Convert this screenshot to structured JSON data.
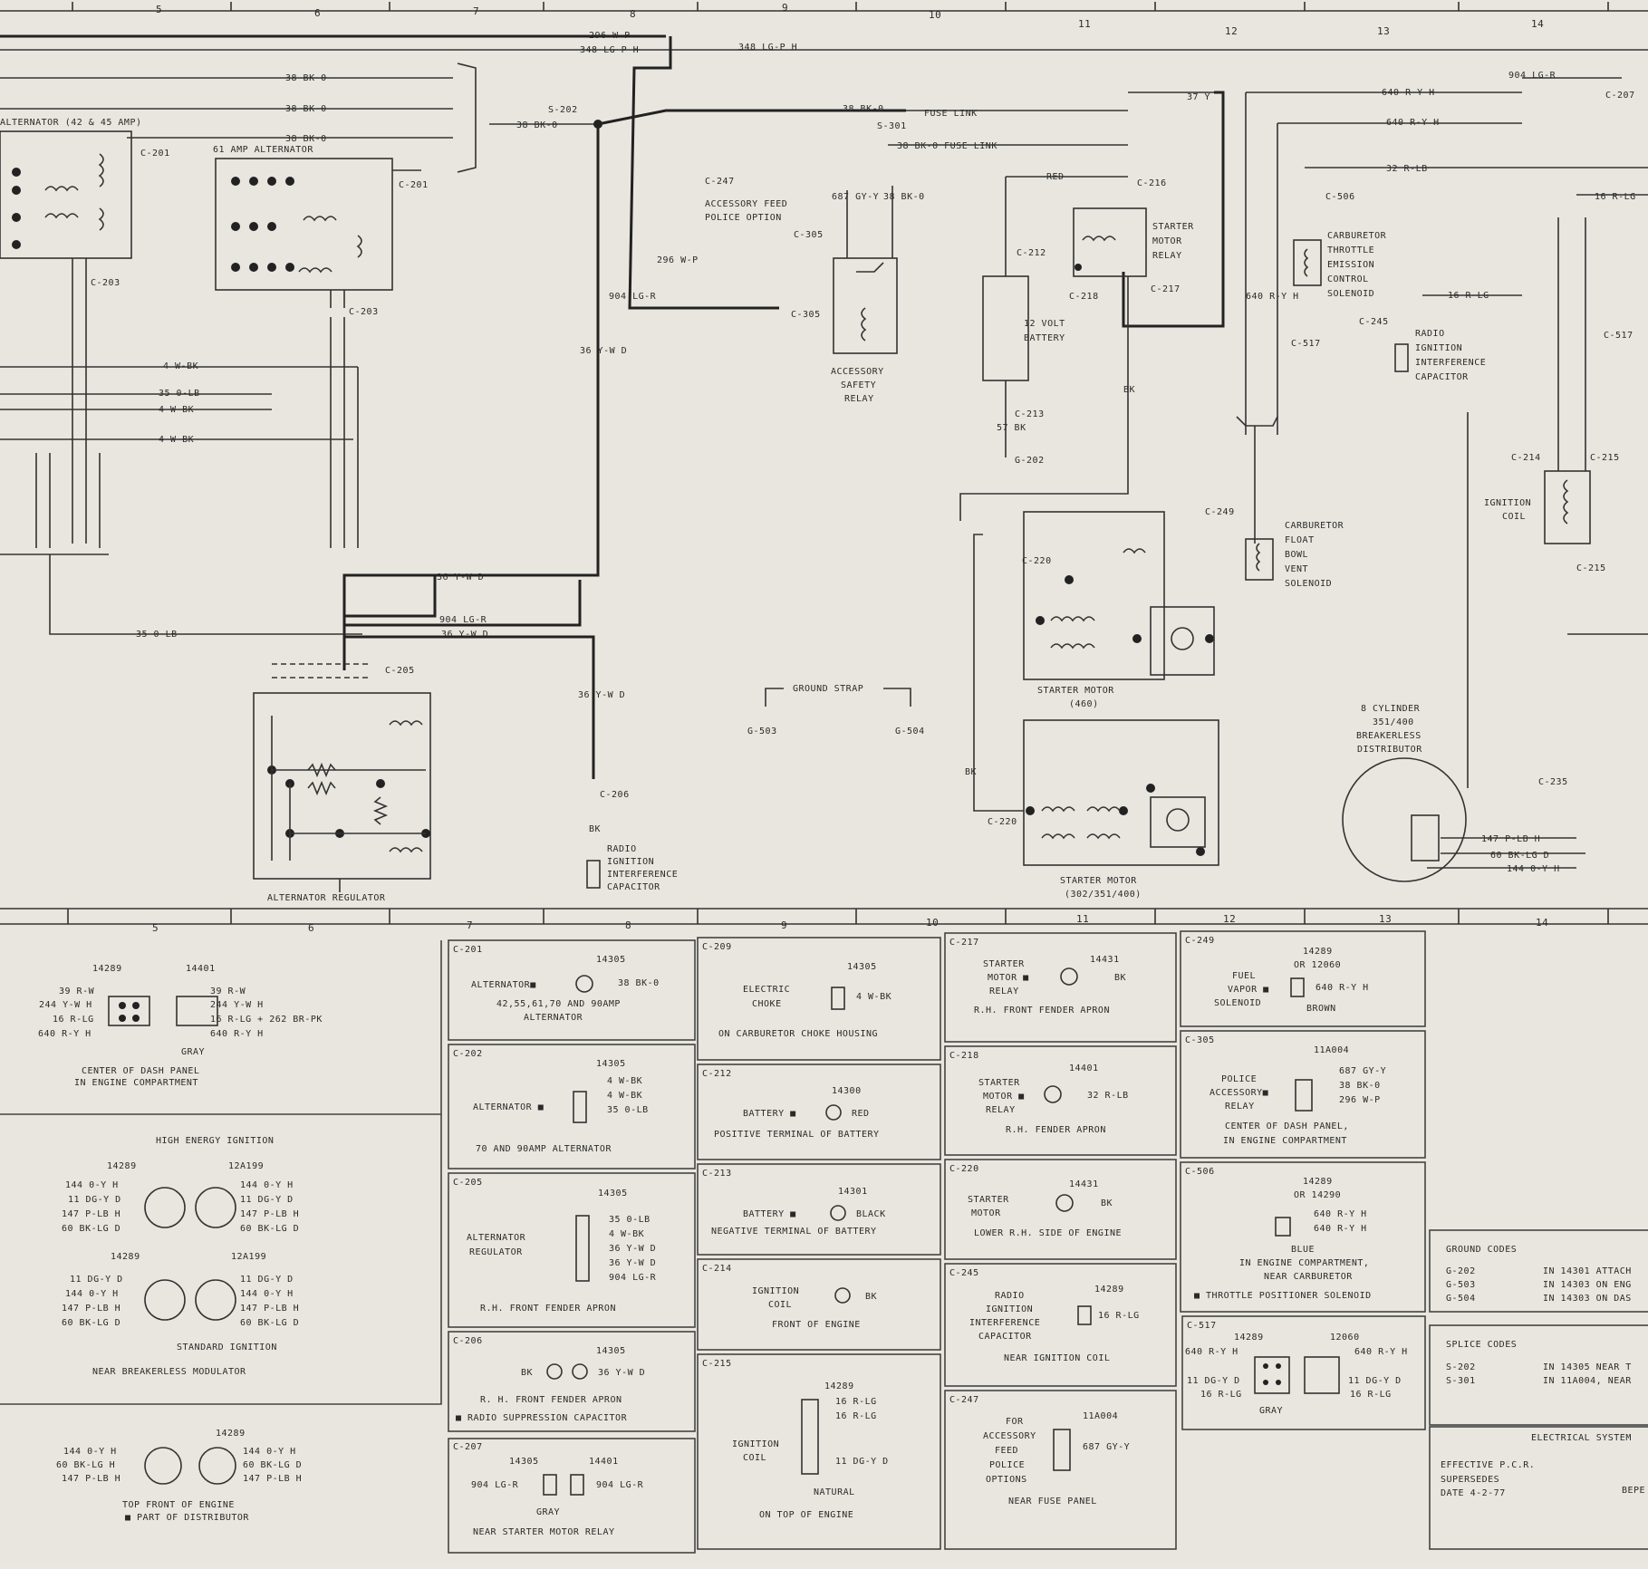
{
  "grid": {
    "top": [
      "5",
      "6",
      "7",
      "8",
      "9",
      "10",
      "11",
      "12",
      "13",
      "14"
    ],
    "bottom": [
      "5",
      "6",
      "7",
      "8",
      "9",
      "10",
      "11",
      "12",
      "13",
      "14"
    ]
  },
  "wires": {
    "w296": "296 W-P",
    "w348a": "348 LG-P H",
    "w348b": "348 LG-P H",
    "w38a": "38 BK-0",
    "w38b": "38 BK-0",
    "w38c": "38 BK-0",
    "w38d": "38 BK-0",
    "w38e": "38 BK-0",
    "fuse1": "FUSE LINK",
    "w38fl": "38 BK-0 FUSE LINK",
    "w37": "37 Y",
    "w640a": "640 R-Y H",
    "w640b": "640 R-Y H",
    "w904top": "904 LG-R",
    "w32": "32 R-LB",
    "w16top": "16 R-LG",
    "red": "RED",
    "w4a": "4 W-BK",
    "w35a": "35 0-LB",
    "w4b": "4 W-BK",
    "w4c": "4 W-BK",
    "w36a": "36 Y-W D",
    "w904b": "904 LG-R",
    "w36b": "36 Y-W D",
    "w35b": "35 0-LB",
    "w36v": "36 Y-W D",
    "w904v": "904 LG-R",
    "w296v": "296 W-P",
    "w36v2": "36 Y-W D",
    "w687": "687 GY-Y",
    "w38v": "38 BK-0",
    "w57": "57 BK",
    "bk": "BK",
    "w640v": "640 R-Y H",
    "w16v": "16 R-LG",
    "w147": "147 P-LB H",
    "w60": "60 BK-LG D",
    "w144": "144 0-Y H",
    "w16b": "16 R-LG"
  },
  "connectors": {
    "c201a": "C-201",
    "c201b": "C-201",
    "c203a": "C-203",
    "c203b": "C-203",
    "c205": "C-205",
    "s202": "S-202",
    "s301": "S-301",
    "c247": "C-247",
    "c305a": "C-305",
    "c305b": "C-305",
    "c206": "C-206",
    "c212": "C-212",
    "c213": "C-213",
    "g202": "G-202",
    "c216": "C-216",
    "c217": "C-217",
    "c218": "C-218",
    "c220a": "C-220",
    "c220b": "C-220",
    "c506": "C-506",
    "c517a": "C-517",
    "c517b": "C-517",
    "c249": "C-249",
    "c245": "C-245",
    "c214": "C-214",
    "c215a": "C-215",
    "c215b": "C-215",
    "c235": "C-235",
    "c207": "C-207",
    "g503": "G-503",
    "g504": "G-504"
  },
  "components": {
    "alt4245": "ALTERNATOR (42 & 45 AMP)",
    "alt61": "61 AMP ALTERNATOR",
    "altreg": "ALTERNATOR REGULATOR",
    "accfeed": [
      "ACCESSORY FEED",
      "POLICE OPTION"
    ],
    "accrelay": [
      "ACCESSORY",
      "SAFETY",
      "RELAY"
    ],
    "radiocap1": [
      "RADIO",
      "IGNITION",
      "INTERFERENCE",
      "CAPACITOR"
    ],
    "ground": "GROUND STRAP",
    "battery": [
      "12 VOLT",
      "BATTERY"
    ],
    "startrelay": [
      "STARTER",
      "MOTOR",
      "RELAY"
    ],
    "sm460": [
      "STARTER MOTOR",
      "(460)"
    ],
    "sm302": [
      "STARTER MOTOR",
      "(302/351/400)"
    ],
    "carbsol": [
      "CARBURETOR",
      "THROTTLE",
      "EMISSION",
      "CONTROL",
      "SOLENOID"
    ],
    "floatsol": [
      "CARBURETOR",
      "FLOAT",
      "BOWL",
      "VENT",
      "SOLENOID"
    ],
    "radiocap2": [
      "RADIO",
      "IGNITION",
      "INTERFERENCE",
      "CAPACITOR"
    ],
    "igncoil": [
      "IGNITION",
      "COIL"
    ],
    "distrib": [
      "8 CYLINDER",
      "351/400",
      "BREAKERLESS",
      "DISTRIBUTOR"
    ]
  },
  "legend": {
    "left1": {
      "p1": "14289",
      "p2": "14401",
      "l1": "39 R-W",
      "l2": "244 Y-W H",
      "l3": "16 R-LG",
      "l4": "640 R-Y H",
      "r1": "39 R-W",
      "r2": "244 Y-W H",
      "r3": "16 R-LG + 262 BR-PK",
      "r4": "640 R-Y H",
      "gray": "GRAY",
      "loc": [
        "CENTER OF DASH PANEL",
        "IN ENGINE COMPARTMENT"
      ]
    },
    "left2": {
      "hei": "HIGH ENERGY IGNITION",
      "p1": "14289",
      "p2": "12A199",
      "a": [
        "144 0-Y H",
        "11 DG-Y D",
        "147 P-LB H",
        "60 BK-LG D"
      ],
      "b": [
        "144 0-Y H",
        "11 DG-Y D",
        "147 P-LB H",
        "60 BK-LG D"
      ],
      "p3": "14289",
      "p4": "12A199",
      "c": [
        "11 DG-Y D",
        "144 0-Y H",
        "147 P-LB H",
        "60 BK-LG D"
      ],
      "d": [
        "11 DG-Y D",
        "144 0-Y H",
        "147 P-LB H",
        "60 BK-LG D"
      ],
      "std": "STANDARD IGNITION",
      "loc": "NEAR BREAKERLESS MODULATOR"
    },
    "left3": {
      "p1": "14289",
      "a": [
        "144 0-Y H",
        "60 BK-LG H",
        "147 P-LB H"
      ],
      "b": [
        "144 0-Y H",
        "60 BK-LG D",
        "147 P-LB H"
      ],
      "loc": [
        "TOP FRONT OF ENGINE",
        "■ PART OF DISTRIBUTOR"
      ]
    },
    "c201": {
      "id": "C-201",
      "part": "14305",
      "name": "ALTERNATOR■",
      "wire": "38 BK-0",
      "note": [
        "42,55,61,70 AND 90AMP",
        "ALTERNATOR"
      ]
    },
    "c202": {
      "id": "C-202",
      "part": "14305",
      "name": "ALTERNATOR ■",
      "wires": [
        "4 W-BK",
        "4 W-BK",
        "35 0-LB"
      ],
      "note": "70 AND 90AMP ALTERNATOR"
    },
    "c205": {
      "id": "C-205",
      "part": "14305",
      "name": [
        "ALTERNATOR",
        "REGULATOR"
      ],
      "wires": [
        "35 0-LB",
        "4 W-BK",
        "36 Y-W D",
        "36 Y-W D",
        "904 LG-R"
      ],
      "loc": "R.H. FRONT FENDER APRON"
    },
    "c206": {
      "id": "C-206",
      "part": "14305",
      "left": "BK",
      "wire": "36 Y-W D",
      "loc": "R. H. FRONT FENDER APRON",
      "note": "■ RADIO SUPPRESSION CAPACITOR"
    },
    "c207": {
      "id": "C-207",
      "p1": "14305",
      "p2": "14401",
      "l": "904 LG-R",
      "r": "904 LG-R",
      "gray": "GRAY",
      "loc": "NEAR STARTER MOTOR RELAY"
    },
    "c209": {
      "id": "C-209",
      "part": "14305",
      "name": [
        "ELECTRIC",
        "CHOKE"
      ],
      "wire": "4 W-BK",
      "loc": "ON CARBURETOR CHOKE HOUSING"
    },
    "c212": {
      "id": "C-212",
      "part": "14300",
      "name": "BATTERY ■",
      "wire": "RED",
      "loc": "POSITIVE TERMINAL OF BATTERY"
    },
    "c213": {
      "id": "C-213",
      "part": "14301",
      "name": "BATTERY ■",
      "wire": "BLACK",
      "loc": "NEGATIVE TERMINAL OF BATTERY"
    },
    "c214": {
      "id": "C-214",
      "name": [
        "IGNITION",
        "COIL"
      ],
      "wire": "BK",
      "loc": "FRONT OF ENGINE"
    },
    "c215": {
      "id": "C-215",
      "part": "14289",
      "name": [
        "IGNITION",
        "COIL"
      ],
      "wires": [
        "16 R-LG",
        "16 R-LG",
        "11 DG-Y D"
      ],
      "natural": "NATURAL",
      "loc": "ON TOP OF ENGINE"
    },
    "c217": {
      "id": "C-217",
      "part": "14431",
      "name": [
        "STARTER",
        "MOTOR ■",
        "RELAY"
      ],
      "wire": "BK",
      "loc": "R.H. FRONT FENDER APRON"
    },
    "c218": {
      "id": "C-218",
      "part": "14401",
      "name": [
        "STARTER",
        "MOTOR ■",
        "RELAY"
      ],
      "wire": "32 R-LB",
      "loc": "R.H. FENDER APRON"
    },
    "c220": {
      "id": "C-220",
      "part": "14431",
      "name": [
        "STARTER",
        "MOTOR"
      ],
      "wire": "BK",
      "loc": "LOWER R.H. SIDE OF ENGINE"
    },
    "c245": {
      "id": "C-245",
      "part": "14289",
      "name": [
        "RADIO",
        "IGNITION",
        "INTERFERENCE",
        "CAPACITOR"
      ],
      "wire": "16 R-LG",
      "loc": "NEAR IGNITION COIL"
    },
    "c247": {
      "id": "C-247",
      "part": "11A004",
      "name": [
        "FOR",
        "ACCESSORY",
        "FEED",
        "POLICE",
        "OPTIONS"
      ],
      "wire": "687 GY-Y",
      "loc": "NEAR FUSE PANEL"
    },
    "c249": {
      "id": "C-249",
      "part": [
        "14289",
        "OR 12060"
      ],
      "name": [
        "FUEL",
        "VAPOR ■",
        "SOLENOID"
      ],
      "wire": "640 R-Y H",
      "brown": "BROWN"
    },
    "c305": {
      "id": "C-305",
      "part": "11A004",
      "name": [
        "POLICE",
        "ACCESSORY■",
        "RELAY"
      ],
      "wires": [
        "687 GY-Y",
        "38 BK-0",
        "296 W-P"
      ],
      "loc": [
        "CENTER OF DASH PANEL,",
        "IN ENGINE COMPARTMENT"
      ]
    },
    "c506": {
      "id": "C-506",
      "part": [
        "14289",
        "OR 14290"
      ],
      "wires": [
        "640 R-Y H",
        "640 R-Y H"
      ],
      "blue": "BLUE",
      "loc": [
        "IN ENGINE COMPARTMENT,",
        "NEAR CARBURETOR",
        "■ THROTTLE POSITIONER SOLENOID"
      ]
    },
    "c517": {
      "id": "C-517",
      "p1": "14289",
      "p2": "12060",
      "l": [
        "640 R-Y H",
        "11 DG-Y D",
        "16 R-LG"
      ],
      "r": [
        "640 R-Y H",
        "11 DG-Y D",
        "16 R-LG"
      ],
      "gray": "GRAY"
    }
  },
  "codes": {
    "groundTitle": "GROUND CODES",
    "ground": [
      [
        "G-202",
        "IN 14301 ATTACH"
      ],
      [
        "G-503",
        "IN 14303 ON ENG"
      ],
      [
        "G-504",
        "IN 14303 ON DAS"
      ]
    ],
    "spliceTitle": "SPLICE CODES",
    "splice": [
      [
        "S-202",
        "IN 14305 NEAR T"
      ],
      [
        "S-301",
        "IN 11A004, NEAR"
      ]
    ],
    "elec": "ELECTRICAL SYSTEM",
    "eff": [
      "EFFECTIVE P.C.R.",
      "SUPERSEDES",
      "DATE 4-2-77"
    ],
    "bep": "BEPE"
  }
}
